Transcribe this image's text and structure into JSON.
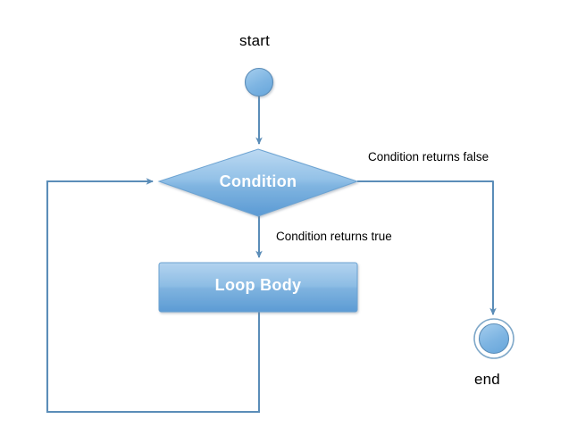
{
  "diagram": {
    "type": "flowchart",
    "title": "loop-flowchart",
    "background": "#ffffff",
    "palette": {
      "node_fill_light": "#9dc3e6",
      "node_fill_top": "#a7cdeb",
      "node_fill_bottom": "#5b9bd5",
      "node_stroke": "#5b8db8",
      "connector": "#5b8db8",
      "node_text": "#ffffff",
      "label_text": "#000000"
    },
    "nodes": [
      {
        "id": "start",
        "shape": "circle",
        "label": "start",
        "label_position": "above"
      },
      {
        "id": "condition",
        "shape": "diamond",
        "label": "Condition",
        "label_position": "inside"
      },
      {
        "id": "loop-body",
        "shape": "rectangle",
        "label": "Loop Body",
        "label_position": "inside"
      },
      {
        "id": "end",
        "shape": "double-circle",
        "label": "end",
        "label_position": "below"
      }
    ],
    "edges": [
      {
        "id": "start-to-condition",
        "from": "start",
        "to": "condition",
        "label": "",
        "arrow": true
      },
      {
        "id": "condition-to-end",
        "from": "condition",
        "to": "end",
        "label": "Condition returns false",
        "arrow": true
      },
      {
        "id": "condition-to-loop-body",
        "from": "condition",
        "to": "loop-body",
        "label": "Condition returns true",
        "arrow": true
      },
      {
        "id": "loop-body-to-condition",
        "from": "loop-body",
        "to": "condition",
        "label": "",
        "arrow": true
      }
    ]
  }
}
